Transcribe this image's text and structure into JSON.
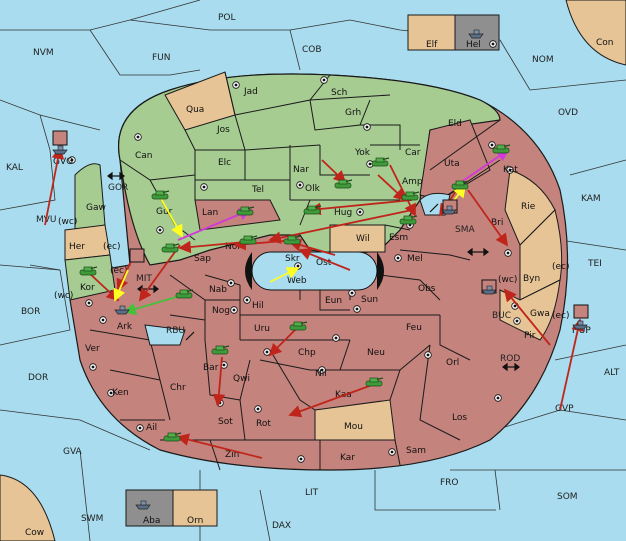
{
  "colors": {
    "sea": "#a8dcee",
    "land_green": "#a6cc92",
    "land_red": "#c4837c",
    "land_tan": "#e6c496",
    "land_gray": "#8f8f8f",
    "border": "#1a1a1a",
    "move_red": "#c0251b",
    "move_magenta": "#d13ad8",
    "move_yellow": "#ffff22",
    "move_green": "#44c03a",
    "unit_green": "#3f9a3a"
  },
  "icons": {
    "supply_center": "supply-center-icon",
    "army": "tank-icon",
    "fleet": "ship-icon",
    "channel": "double-arrow-icon"
  },
  "sea_labels": {
    "pol": "POL",
    "nvm": "NVM",
    "fun": "FUN",
    "cob": "COB",
    "nom": "NOM",
    "ovd": "OVD",
    "kal": "KAL",
    "gor": "GOR",
    "mvu": "MVU",
    "mit": "MIT",
    "bor": "BOR",
    "rbu": "RBU",
    "dor": "DOR",
    "sma": "SMA",
    "kam": "KAM",
    "tei": "TEI",
    "buc": "BUC",
    "rod": "ROD",
    "alt": "ALT",
    "gvp": "GVP",
    "gva": "GVA",
    "fro": "FRO",
    "som": "SOM",
    "lit": "LIT",
    "swm": "SWM",
    "dax": "DAX"
  },
  "land_labels": {
    "con": "Con",
    "elf": "Elf",
    "hel": "Hel",
    "cow": "Cow",
    "aba": "Aba",
    "orn": "Orn",
    "jad": "Jad",
    "sch": "Sch",
    "qua": "Qua",
    "jos": "Jos",
    "grh": "Grh",
    "eld": "Eld",
    "can": "Can",
    "elc": "Elc",
    "yok": "Yok",
    "car": "Car",
    "nar": "Nar",
    "tel": "Tel",
    "olk": "Olk",
    "amp": "Amp",
    "uta": "Uta",
    "kat": "Kat",
    "gvg": "GVG",
    "gaw": "Gaw",
    "gur": "Gur",
    "lan": "Lan",
    "hug": "Hug",
    "rie": "Rie",
    "her": "Her",
    "sap": "Sap",
    "nor": "Nor",
    "wil": "Wil",
    "esm": "Esm",
    "bri": "Bri",
    "skr": "Skr",
    "ost": "Ost",
    "mel": "Mel",
    "web": "Web",
    "kor": "Kor",
    "nab": "Nab",
    "byn": "Byn",
    "obs": "Obs",
    "eun": "Eun",
    "sun": "Sun",
    "hil": "Hil",
    "gwa": "Gwa",
    "ark": "Ark",
    "nog": "Nog",
    "pir": "Pir",
    "hup": "HUP",
    "uru": "Uru",
    "feu": "Feu",
    "ver": "Ver",
    "chp": "Chp",
    "neu": "Neu",
    "bar": "Bar",
    "orl": "Orl",
    "qwi": "Qwi",
    "nil": "Nil",
    "ken": "Ken",
    "chr": "Chr",
    "kaa": "Kaa",
    "los": "Los",
    "sot": "Sot",
    "rot": "Rot",
    "mou": "Mou",
    "ail": "Ail",
    "zin": "Zin",
    "kar": "Kar",
    "sam": "Sam"
  },
  "coast_markers": {
    "wc_gvg": "(wc)",
    "ec_her": "(ec)",
    "ec_mit": "(ec)",
    "wc_kor": "(wc)",
    "wc_byn": "(wc)",
    "ec_byn": "(ec)",
    "ec_gwa": "(ec)"
  }
}
